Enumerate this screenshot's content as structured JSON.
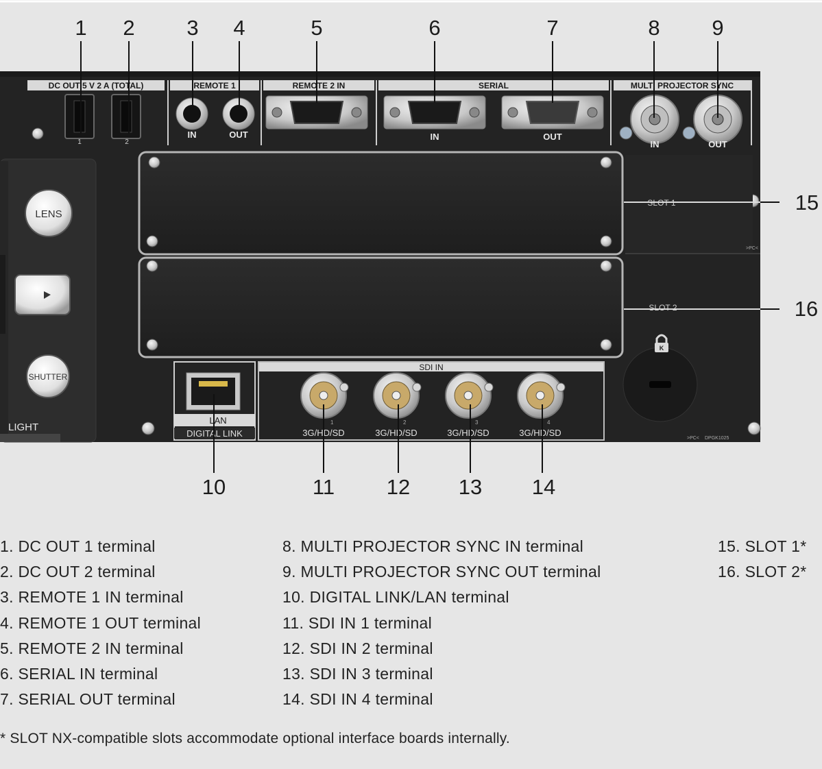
{
  "callouts": [
    "1",
    "2",
    "3",
    "4",
    "5",
    "6",
    "7",
    "8",
    "9",
    "10",
    "11",
    "12",
    "13",
    "14",
    "15",
    "16"
  ],
  "panel": {
    "dc_out": "DC OUT  5 V  2 A (TOTAL)",
    "dc_port_1": "1",
    "dc_port_2": "2",
    "remote1": "REMOTE 1",
    "remote1_in": "IN",
    "remote1_out": "OUT",
    "remote2": "REMOTE 2 IN",
    "serial": "SERIAL",
    "serial_in": "IN",
    "serial_out": "OUT",
    "sync": "MULTI PROJECTOR SYNC",
    "sync_in": "IN",
    "sync_out": "OUT",
    "slot1": "SLOT 1",
    "slot2": "SLOT 2",
    "lens": "LENS",
    "shutter": "SHUTTER",
    "light": "LIGHT",
    "lan": "LAN",
    "digital_link": "DIGITAL LINK",
    "sdi_in": "SDI IN",
    "sdi_ports": [
      "1",
      "2",
      "3",
      "4"
    ],
    "sdi_format": "3G/HD/SD",
    "pc_mark": ">PC<",
    "model": "DPGK1025"
  },
  "legend": {
    "col1": [
      "1. DC OUT 1 terminal",
      "2. DC OUT 2 terminal",
      "3. REMOTE 1 IN terminal",
      "4. REMOTE 1 OUT terminal",
      "5. REMOTE 2 IN terminal",
      "6. SERIAL IN terminal",
      "7. SERIAL OUT terminal"
    ],
    "col2": [
      "8. MULTI PROJECTOR SYNC IN terminal",
      "9. MULTI PROJECTOR SYNC OUT terminal",
      "10. DIGITAL LINK/LAN terminal",
      "11. SDI IN 1 terminal",
      "12. SDI IN 2 terminal",
      "13. SDI IN 3 terminal",
      "14. SDI IN 4 terminal"
    ],
    "col3": [
      "15. SLOT 1*",
      "16. SLOT 2*"
    ]
  },
  "footnote": "* SLOT NX-compatible slots accommodate optional interface boards internally."
}
